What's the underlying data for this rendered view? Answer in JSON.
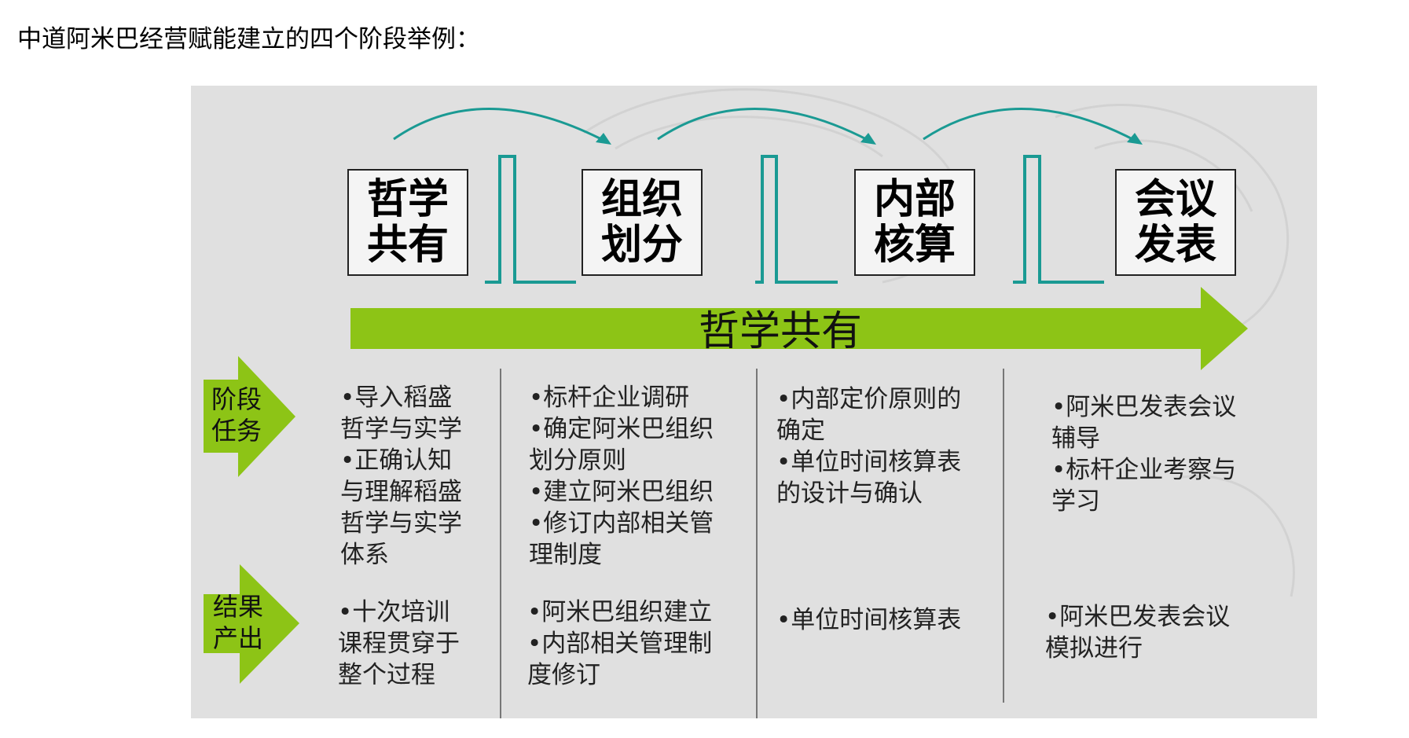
{
  "page": {
    "title": "中道阿米巴经营赋能建立的四个阶段举例："
  },
  "stages": [
    {
      "line1": "哲学",
      "line2": "共有"
    },
    {
      "line1": "组织",
      "line2": "划分"
    },
    {
      "line1": "内部",
      "line2": "核算"
    },
    {
      "line1": "会议",
      "line2": "发表"
    }
  ],
  "main_arrow": {
    "label": "哲学共有"
  },
  "side_labels": {
    "tasks": {
      "line1": "阶段",
      "line2": "任务"
    },
    "outputs": {
      "line1": "结果",
      "line2": "产出"
    }
  },
  "tasks": [
    [
      "•导入稻盛",
      "哲学与实学",
      "•正确认知",
      "与理解稻盛",
      "哲学与实学",
      "体系"
    ],
    [
      "•标杆企业调研",
      "•确定阿米巴组织",
      "划分原则",
      "•建立阿米巴组织",
      "•修订内部相关管",
      "理制度"
    ],
    [
      "•内部定价原则的",
      "确定",
      "•单位时间核算表",
      "的设计与确认"
    ],
    [
      "•阿米巴发表会议",
      "辅导",
      "•标杆企业考察与",
      "学习"
    ]
  ],
  "outputs": [
    [
      "•十次培训",
      "课程贯穿于",
      "整个过程"
    ],
    [
      "•阿米巴组织建立",
      "•内部相关管理制",
      "度修订"
    ],
    [
      "•单位时间核算表"
    ],
    [
      "•阿米巴发表会议",
      "模拟进行"
    ]
  ],
  "colors": {
    "green_arrow": "#8dc416",
    "teal": "#1a9a93",
    "panel_bg": "#e0e0e0"
  }
}
